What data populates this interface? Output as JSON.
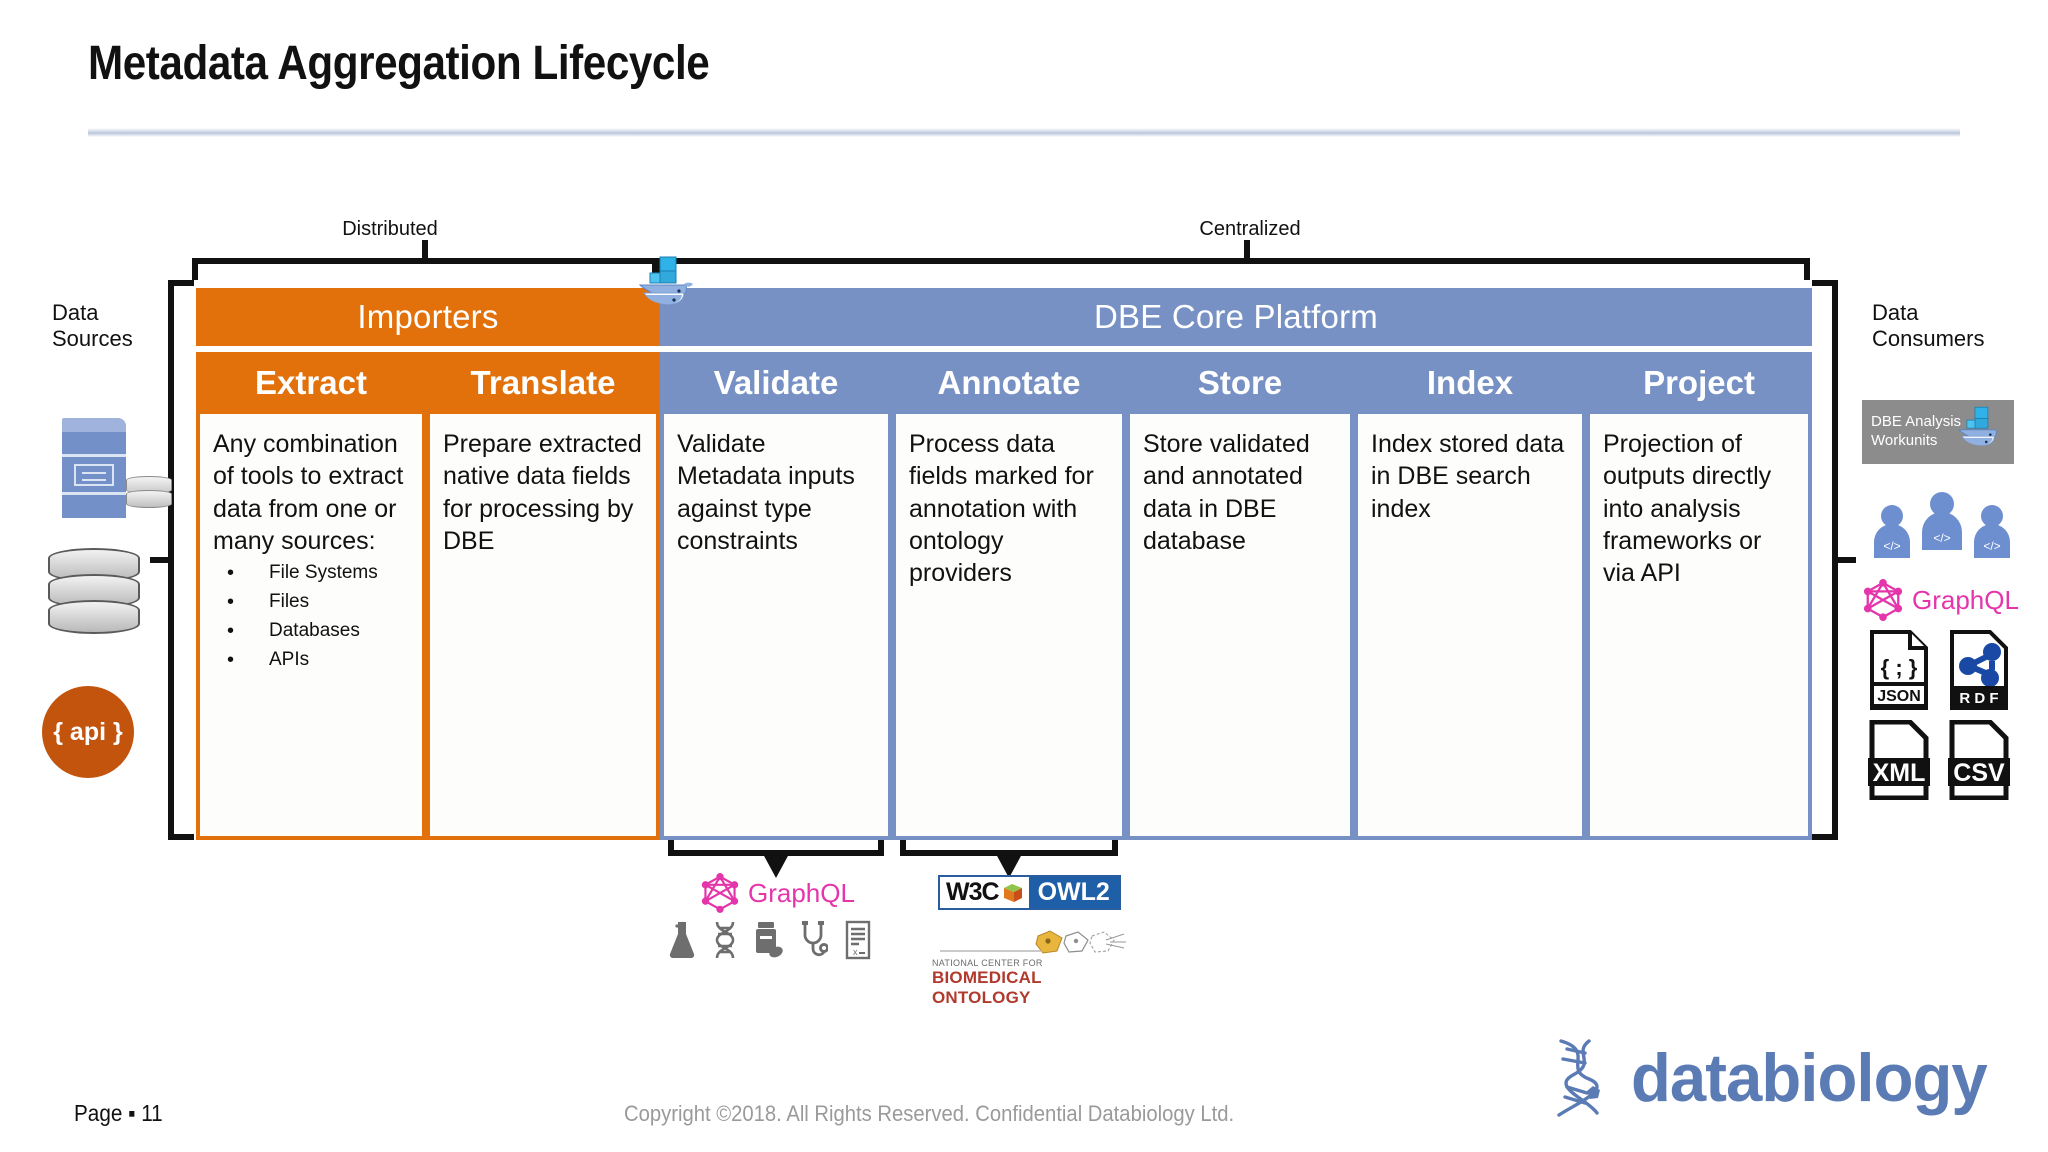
{
  "slide": {
    "title": "Metadata Aggregation Lifecycle",
    "page_label": "Page",
    "page_separator": "▪",
    "page_number": "11",
    "copyright": "Copyright ©2018.  All Rights Reserved.  Confidential Databiology Ltd.",
    "brand_name": "databiology"
  },
  "spans": {
    "distributed": "Distributed",
    "centralized": "Centralized"
  },
  "banners": {
    "importers": "Importers",
    "core": "DBE Core Platform"
  },
  "sides": {
    "left_title_line1": "Data",
    "left_title_line2": "Sources",
    "right_title_line1": "Data",
    "right_title_line2": "Consumers",
    "api_label": "{ api }",
    "left_icons": [
      "server-icon",
      "database-icon",
      "api-icon"
    ],
    "right_icons": [
      "docker-workunits-icon",
      "developers-icon",
      "graphql-icon",
      "json-file-icon",
      "rdf-file-icon",
      "xml-file-icon",
      "csv-file-icon"
    ]
  },
  "workunits": {
    "line1": "DBE Analysis",
    "line2": "Workunits"
  },
  "stages": [
    {
      "key": "extract",
      "title": "Extract",
      "color": "orange",
      "body": "Any combination of tools to extract data from one or many sources:",
      "bullets": [
        "File Systems",
        "Files",
        "Databases",
        "APIs"
      ]
    },
    {
      "key": "translate",
      "title": "Translate",
      "color": "orange",
      "body": "Prepare extracted native data fields for processing by DBE",
      "bullets": []
    },
    {
      "key": "validate",
      "title": "Validate",
      "color": "blue",
      "body": "Validate Metadata inputs against type constraints",
      "bullets": []
    },
    {
      "key": "annotate",
      "title": "Annotate",
      "color": "blue",
      "body": "Process data fields marked for annotation with ontology providers",
      "bullets": []
    },
    {
      "key": "store",
      "title": "Store",
      "color": "blue",
      "body": "Store validated and annotated data in DBE database",
      "bullets": []
    },
    {
      "key": "index",
      "title": "Index",
      "color": "blue",
      "body": "Index stored data in DBE search index",
      "bullets": []
    },
    {
      "key": "project",
      "title": "Project",
      "color": "blue",
      "body": "Projection of outputs directly into analysis frameworks or via API",
      "bullets": []
    }
  ],
  "callouts": {
    "validate": {
      "logo_text": "GraphQL",
      "icons": [
        "flask-icon",
        "dna-icon",
        "pill-bottle-icon",
        "stethoscope-icon",
        "report-icon"
      ]
    },
    "annotate": {
      "w3c_text": "W3C",
      "owl_text": "OWL2",
      "bioportal_line1": "NATIONAL CENTER FOR",
      "bioportal_line2": "BIOMEDICAL ONTOLOGY"
    }
  },
  "file_icons": {
    "json": "JSON",
    "json_glyph": "{ ; }",
    "rdf": "R D F",
    "xml": "XML",
    "csv": "CSV"
  },
  "colors": {
    "orange": "#E2710B",
    "blue": "#7791C4",
    "api_orange": "#C2540E",
    "graphql_pink": "#E535AB",
    "brand_blue": "#5B7BB5",
    "gray_chip": "#8C8C8C"
  }
}
